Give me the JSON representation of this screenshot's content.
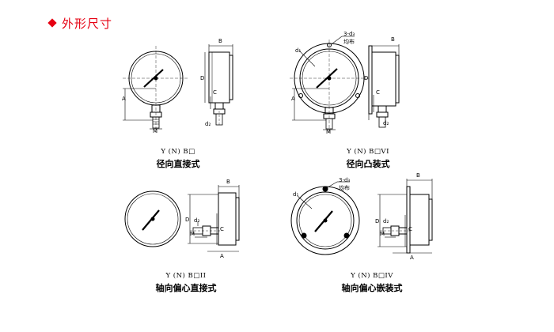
{
  "heading": {
    "text": "外形尺寸",
    "color": "#e60012"
  },
  "diagrams": [
    {
      "model": "Y (N) B□",
      "subtitle": "径向直接式",
      "labels": {
        "a": "A",
        "b": "B",
        "c": "C",
        "d": "D",
        "m": "M",
        "d2": "d₂"
      }
    },
    {
      "model": "Y (N) B□VI",
      "subtitle": "径向凸装式",
      "labels": {
        "a": "A",
        "b": "B",
        "c": "C",
        "d": "D",
        "m": "M",
        "d1": "d₁",
        "d2": "d₂",
        "holes": "3-d₃",
        "even": "均布"
      }
    },
    {
      "model": "Y (N) B□II",
      "subtitle": "轴向偏心直接式",
      "labels": {
        "a": "A",
        "b": "B",
        "c": "C",
        "d": "D",
        "m": "M",
        "d2": "d₂"
      }
    },
    {
      "model": "Y (N) B□IV",
      "subtitle": "轴向偏心嵌装式",
      "labels": {
        "a": "A",
        "b": "B",
        "c": "C",
        "d": "D",
        "m": "M",
        "d1": "d₁",
        "d2": "d₂",
        "holes": "3-d₃",
        "even": "均布"
      }
    }
  ]
}
